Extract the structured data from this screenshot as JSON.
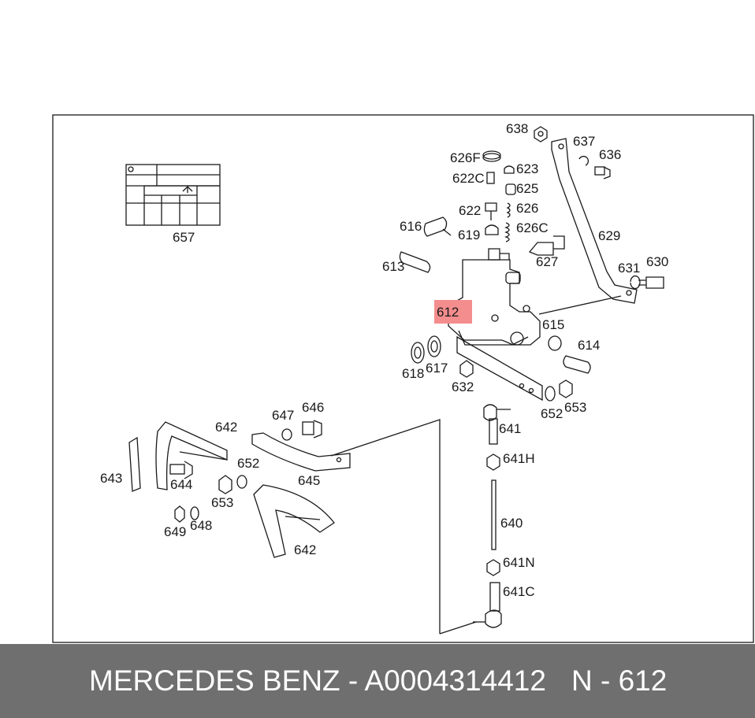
{
  "callouts": [
    {
      "id": "638"
    },
    {
      "id": "637"
    },
    {
      "id": "636"
    },
    {
      "id": "626F"
    },
    {
      "id": "623"
    },
    {
      "id": "622C"
    },
    {
      "id": "625"
    },
    {
      "id": "622"
    },
    {
      "id": "626"
    },
    {
      "id": "616"
    },
    {
      "id": "619"
    },
    {
      "id": "626C"
    },
    {
      "id": "629"
    },
    {
      "id": "613"
    },
    {
      "id": "627"
    },
    {
      "id": "631"
    },
    {
      "id": "630"
    },
    {
      "id": "612",
      "highlighted": true
    },
    {
      "id": "615"
    },
    {
      "id": "614"
    },
    {
      "id": "618"
    },
    {
      "id": "617"
    },
    {
      "id": "632"
    },
    {
      "id": "652"
    },
    {
      "id": "653"
    },
    {
      "id": "641"
    },
    {
      "id": "641H"
    },
    {
      "id": "640"
    },
    {
      "id": "641N"
    },
    {
      "id": "641C"
    },
    {
      "id": "657"
    },
    {
      "id": "647"
    },
    {
      "id": "646"
    },
    {
      "id": "642"
    },
    {
      "id": "652"
    },
    {
      "id": "643"
    },
    {
      "id": "644"
    },
    {
      "id": "645"
    },
    {
      "id": "653"
    },
    {
      "id": "649"
    },
    {
      "id": "648"
    },
    {
      "id": "642"
    }
  ],
  "footer": {
    "part_text": "MERCEDES BENZ - A0004314412",
    "ref_text": "N - 612"
  },
  "colors": {
    "line": "#1a1a1a",
    "highlight": "#f48d8d",
    "footer_bg": "#6f6f6f",
    "footer_text": "#ffffff"
  }
}
